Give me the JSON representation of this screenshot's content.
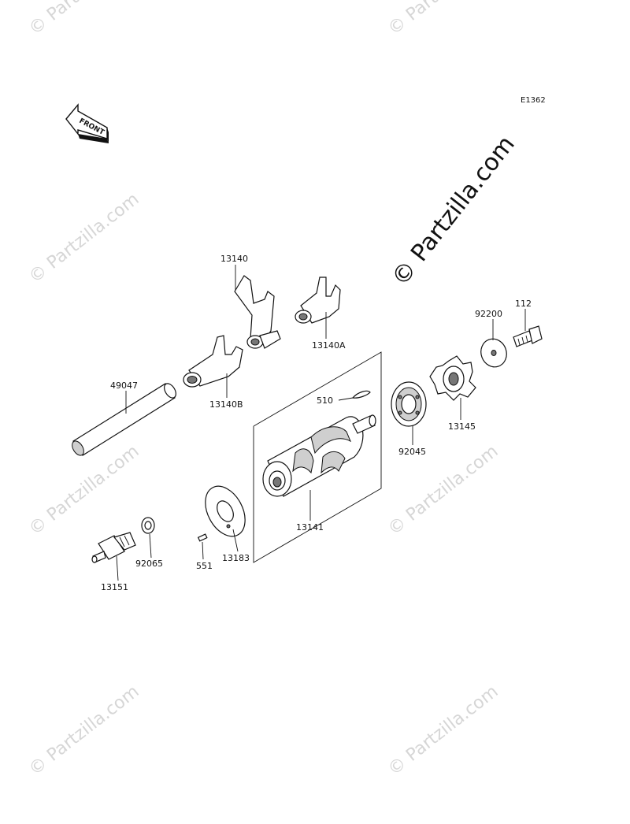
{
  "diagram_code": "E1362",
  "front_indicator": {
    "text": "FRONT"
  },
  "watermark": {
    "text": "© Partzilla.com"
  },
  "parts": [
    {
      "id": "p13140",
      "number": "13140"
    },
    {
      "id": "p13140A",
      "number": "13140A"
    },
    {
      "id": "p13140B",
      "number": "13140B"
    },
    {
      "id": "p49047",
      "number": "49047"
    },
    {
      "id": "p510",
      "number": "510"
    },
    {
      "id": "p92045",
      "number": "92045"
    },
    {
      "id": "p13145",
      "number": "13145"
    },
    {
      "id": "p92200",
      "number": "92200"
    },
    {
      "id": "p112",
      "number": "112"
    },
    {
      "id": "p13141",
      "number": "13141"
    },
    {
      "id": "p13183",
      "number": "13183"
    },
    {
      "id": "p551",
      "number": "551"
    },
    {
      "id": "p92065",
      "number": "92065"
    },
    {
      "id": "p13151",
      "number": "13151"
    }
  ]
}
